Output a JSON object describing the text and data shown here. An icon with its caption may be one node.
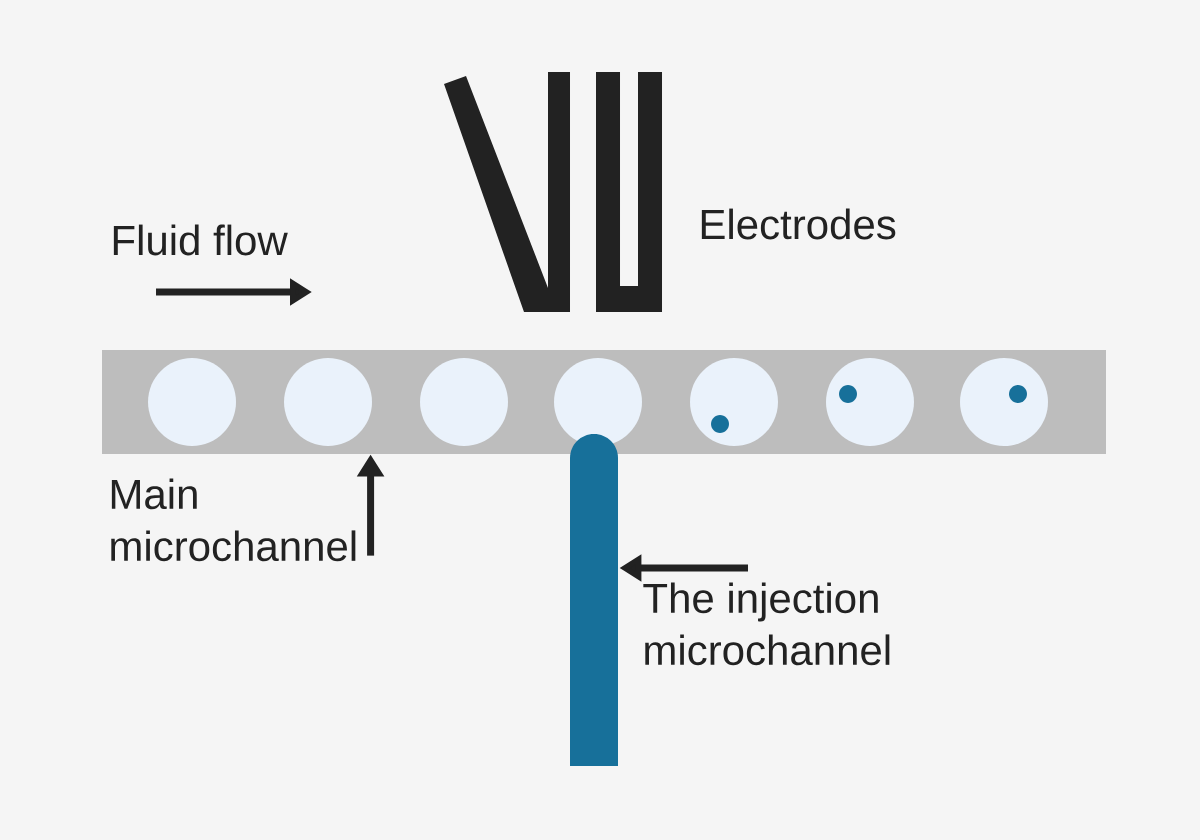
{
  "diagram": {
    "nodes": [
      {
        "text": [],
        "shape": "bar"
      },
      {
        "text": [],
        "shape": "bar"
      },
      {
        "text": [
          "Main microchannel"
        ]
      },
      {
        "text": [
          "The injection microchannel"
        ]
      }
    ],
    "edges": [
      {
        "from": 2,
        "to": 0,
        "arrow": "to"
      },
      {
        "from": 3,
        "to": 1,
        "arrow": "to"
      }
    ],
    "labels": [
      "Fluid flow",
      "Electrodes"
    ]
  }
}
